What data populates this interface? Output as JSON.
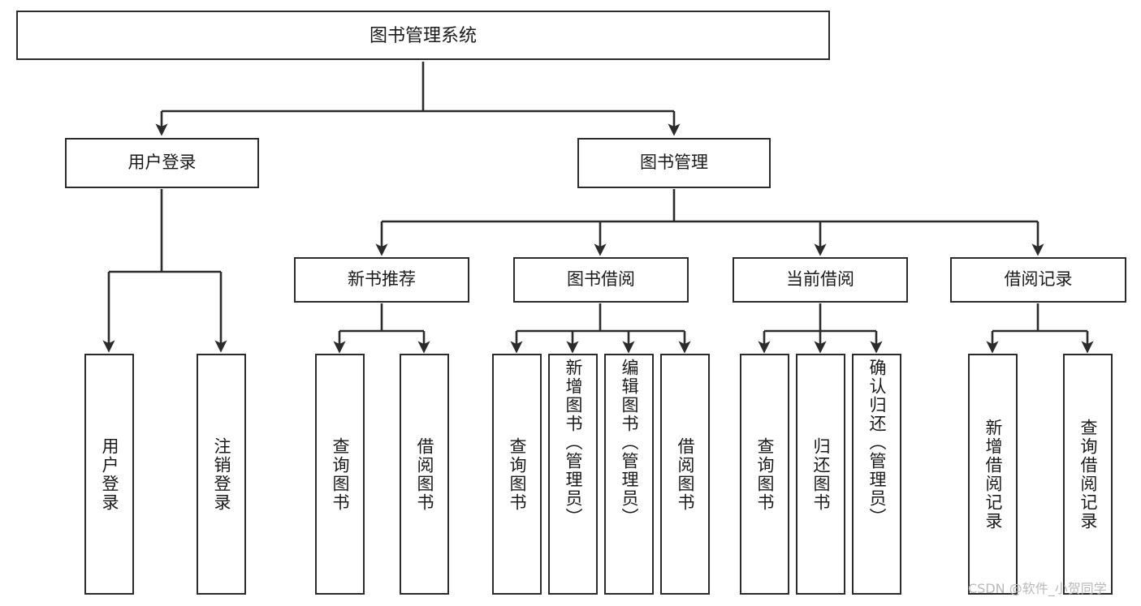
{
  "diagram": {
    "title": "图书管理系统",
    "type": "hierarchy-tree",
    "root": {
      "id": "root",
      "label": "图书管理系统",
      "orientation": "horizontal"
    },
    "level2": [
      {
        "id": "user-login",
        "label": "用户登录",
        "orientation": "horizontal"
      },
      {
        "id": "book-management",
        "label": "图书管理",
        "orientation": "horizontal"
      }
    ],
    "level3": [
      {
        "id": "new-book-recommend",
        "label": "新书推荐",
        "orientation": "horizontal",
        "parent": "book-management"
      },
      {
        "id": "book-borrow",
        "label": "图书借阅",
        "orientation": "horizontal",
        "parent": "book-management"
      },
      {
        "id": "current-borrow",
        "label": "当前借阅",
        "orientation": "horizontal",
        "parent": "book-management"
      },
      {
        "id": "borrow-record",
        "label": "借阅记录",
        "orientation": "horizontal",
        "parent": "book-management"
      }
    ],
    "leaves": [
      {
        "id": "leaf-user-login",
        "label": "用户登录",
        "parent": "user-login"
      },
      {
        "id": "leaf-user-logout",
        "label": "注销登录",
        "parent": "user-login"
      },
      {
        "id": "leaf-query-book-1",
        "label": "查询图书",
        "parent": "new-book-recommend"
      },
      {
        "id": "leaf-borrow-book-1",
        "label": "借阅图书",
        "parent": "new-book-recommend"
      },
      {
        "id": "leaf-query-book-2",
        "label": "查询图书",
        "parent": "book-borrow"
      },
      {
        "id": "leaf-add-book",
        "label": "新增图书（管理员）",
        "parent": "book-borrow"
      },
      {
        "id": "leaf-edit-book",
        "label": "编辑图书（管理员）",
        "parent": "book-borrow"
      },
      {
        "id": "leaf-borrow-book-2",
        "label": "借阅图书",
        "parent": "book-borrow"
      },
      {
        "id": "leaf-query-book-3",
        "label": "查询图书",
        "parent": "current-borrow"
      },
      {
        "id": "leaf-return-book",
        "label": "归还图书",
        "parent": "current-borrow"
      },
      {
        "id": "leaf-confirm-return",
        "label": "确认归还（管理员）",
        "parent": "current-borrow"
      },
      {
        "id": "leaf-add-record",
        "label": "新增借阅记录",
        "parent": "borrow-record"
      },
      {
        "id": "leaf-query-record",
        "label": "查询借阅记录",
        "parent": "borrow-record"
      }
    ],
    "watermark": "CSDN @软件_小贺同学",
    "colors": {
      "stroke": "#2b2b2b",
      "background": "#ffffff",
      "text": "#1a1a1a",
      "watermark": "#b9b9b9"
    }
  }
}
